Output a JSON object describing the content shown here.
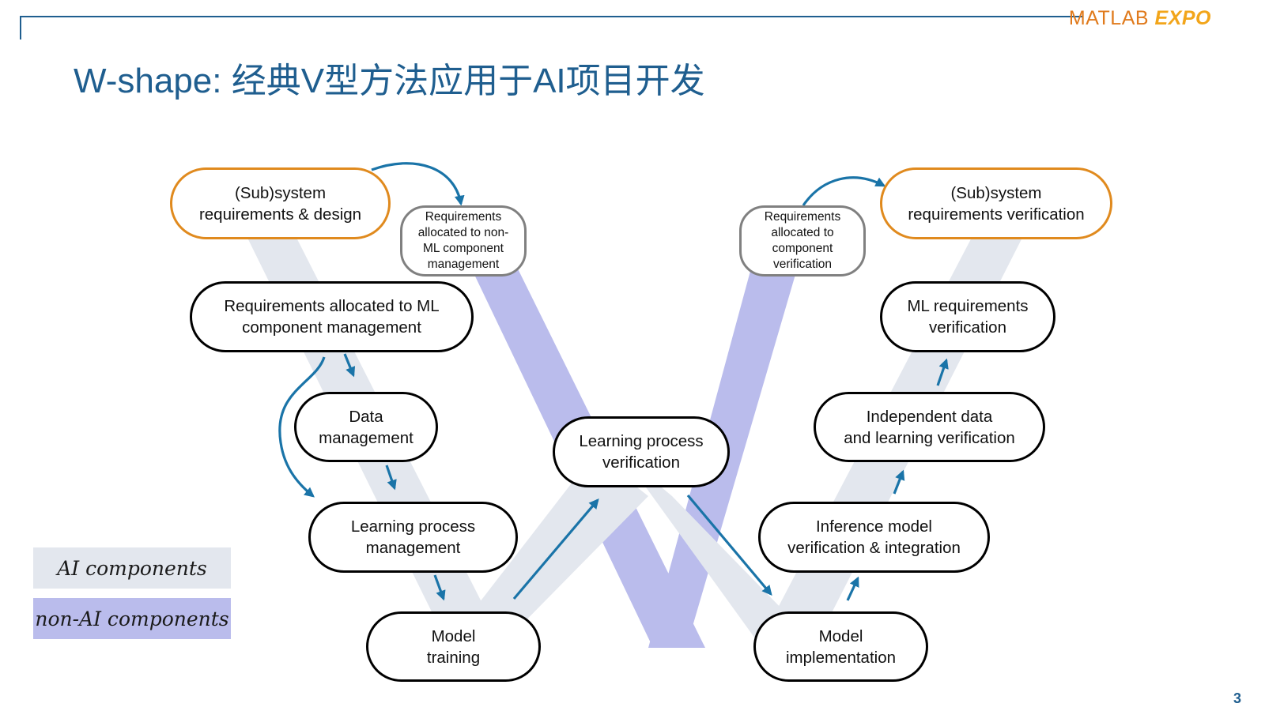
{
  "header": {
    "logo_part1": "MATLAB",
    "logo_part2": "EXPO",
    "title": "W-shape: 经典V型方法应用于AI项目开发",
    "page_number": "3"
  },
  "colors": {
    "title_blue": "#1f5e8f",
    "ai_band": "#e3e7ee",
    "non_ai_band": "#babcec",
    "arrow_blue": "#1a74a8",
    "orange_border": "#e08a1e",
    "grey_border": "#808080"
  },
  "nodes": {
    "sub_req_design": "(Sub)system\nrequirements & design",
    "req_non_ml_mgmt": "Requirements\nallocated to non-\nML component\nmanagement",
    "req_ml_mgmt": "Requirements allocated to ML\ncomponent management",
    "data_mgmt": "Data\nmanagement",
    "lp_mgmt": "Learning process\nmanagement",
    "model_training": "Model\ntraining",
    "lp_verification": "Learning process\nverification",
    "model_impl": "Model\nimplementation",
    "inference_verif": "Inference model\nverification & integration",
    "indep_data_verif": "Independent data\nand learning verification",
    "ml_req_verif": "ML requirements\nverification",
    "req_comp_verif": "Requirements\nallocated to\ncomponent\nverification",
    "sub_req_verif": "(Sub)system\nrequirements verification"
  },
  "legend": {
    "ai": "AI components",
    "non_ai": "non-AI components"
  }
}
